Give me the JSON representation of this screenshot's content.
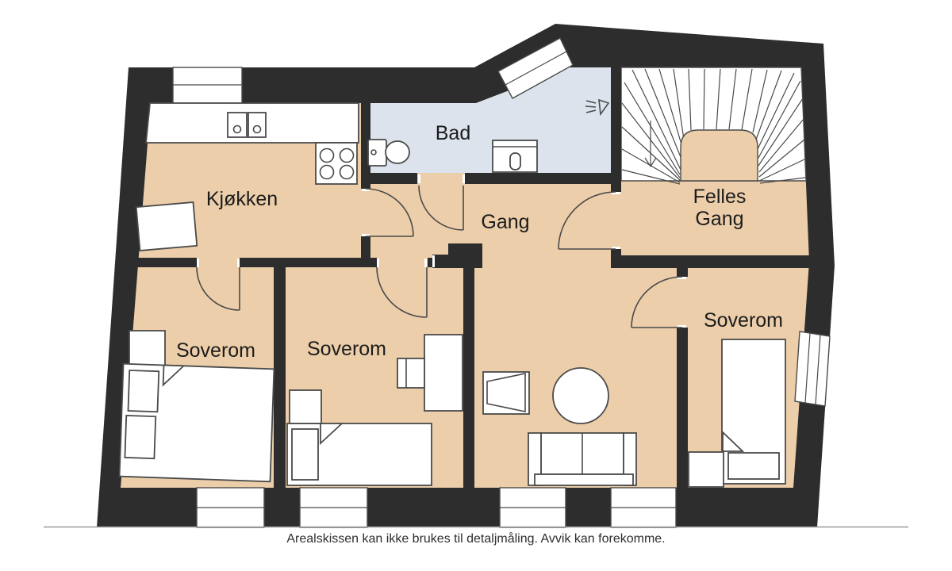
{
  "colors": {
    "wall": "#2d2d2d",
    "floor": "#ecceaa",
    "bathroom_floor": "#dce3ed",
    "background": "#ffffff",
    "line": "#4a4a4a",
    "label": "#1c1c1c",
    "disclaimer": "#2e2e2e",
    "separator": "#9a9a9a"
  },
  "floorplan": {
    "rooms": {
      "kitchen": {
        "label": "Kjøkken"
      },
      "bathroom": {
        "label": "Bad"
      },
      "hallway": {
        "label": "Gang"
      },
      "common_hallway": {
        "line1": "Felles",
        "line2": "Gang"
      },
      "bedroom1": {
        "label": "Soverom"
      },
      "bedroom2": {
        "label": "Soverom"
      },
      "bedroom3": {
        "label": "Soverom"
      }
    },
    "disclaimer": "Arealskissen kan ikke brukes til detaljmåling. Avvik kan forekomme."
  }
}
